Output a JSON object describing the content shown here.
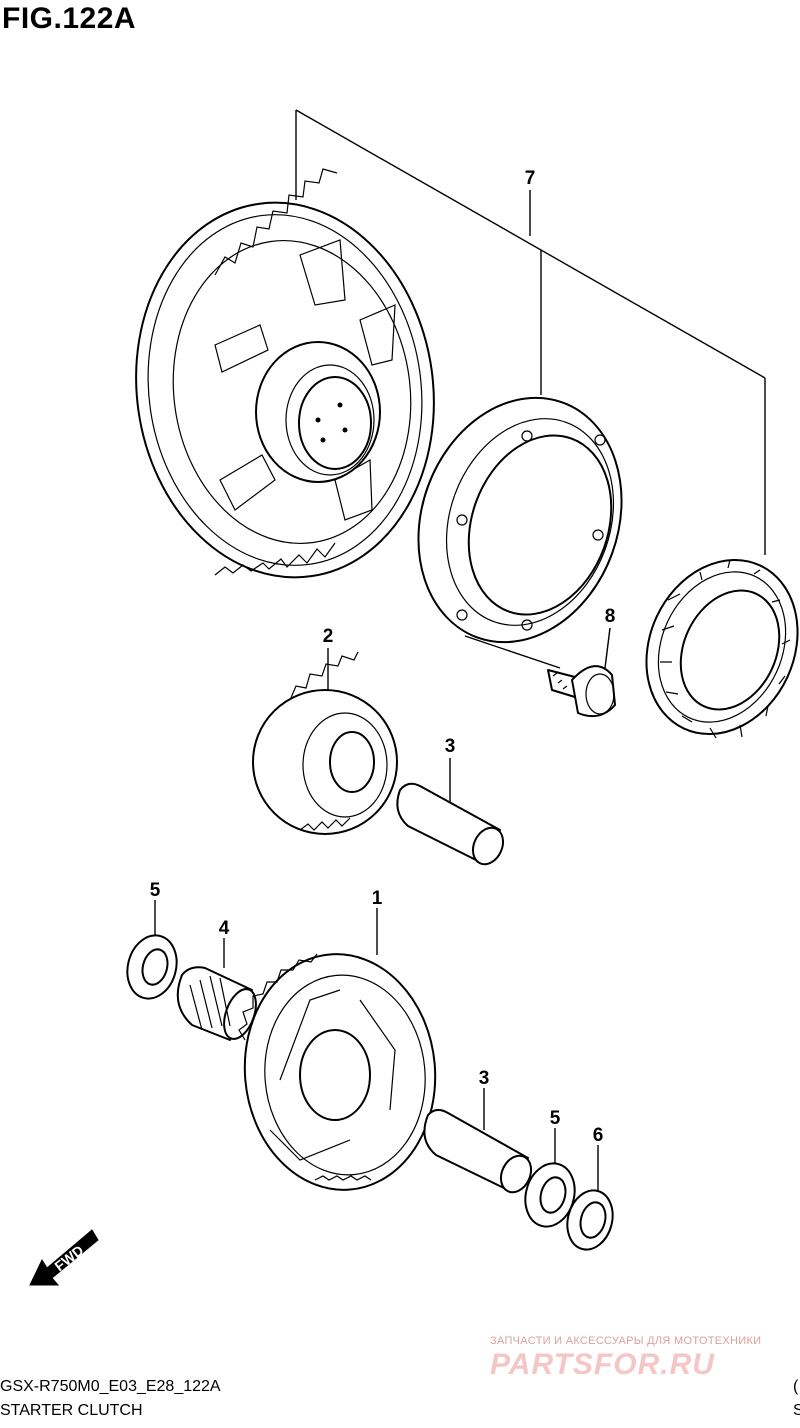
{
  "figure": {
    "title": "FIG.122A"
  },
  "callouts": [
    {
      "id": "7",
      "label": "7"
    },
    {
      "id": "8",
      "label": "8"
    },
    {
      "id": "2",
      "label": "2"
    },
    {
      "id": "3a",
      "label": "3"
    },
    {
      "id": "5a",
      "label": "5"
    },
    {
      "id": "4",
      "label": "4"
    },
    {
      "id": "1",
      "label": "1"
    },
    {
      "id": "3b",
      "label": "3"
    },
    {
      "id": "5b",
      "label": "5"
    },
    {
      "id": "6",
      "label": "6"
    }
  ],
  "fwd_label": "FWD",
  "footer": {
    "code": "GSX-R750M0_E03_E28_122A",
    "name": "STARTER CLUTCH",
    "edge_line1": "(",
    "edge_line2": "S"
  },
  "watermark": {
    "tagline": "ЗАПЧАСТИ И АКСЕССУАРЫ ДЛЯ МОТОТЕХНИКИ",
    "logo": "PARTSFOR.RU"
  }
}
